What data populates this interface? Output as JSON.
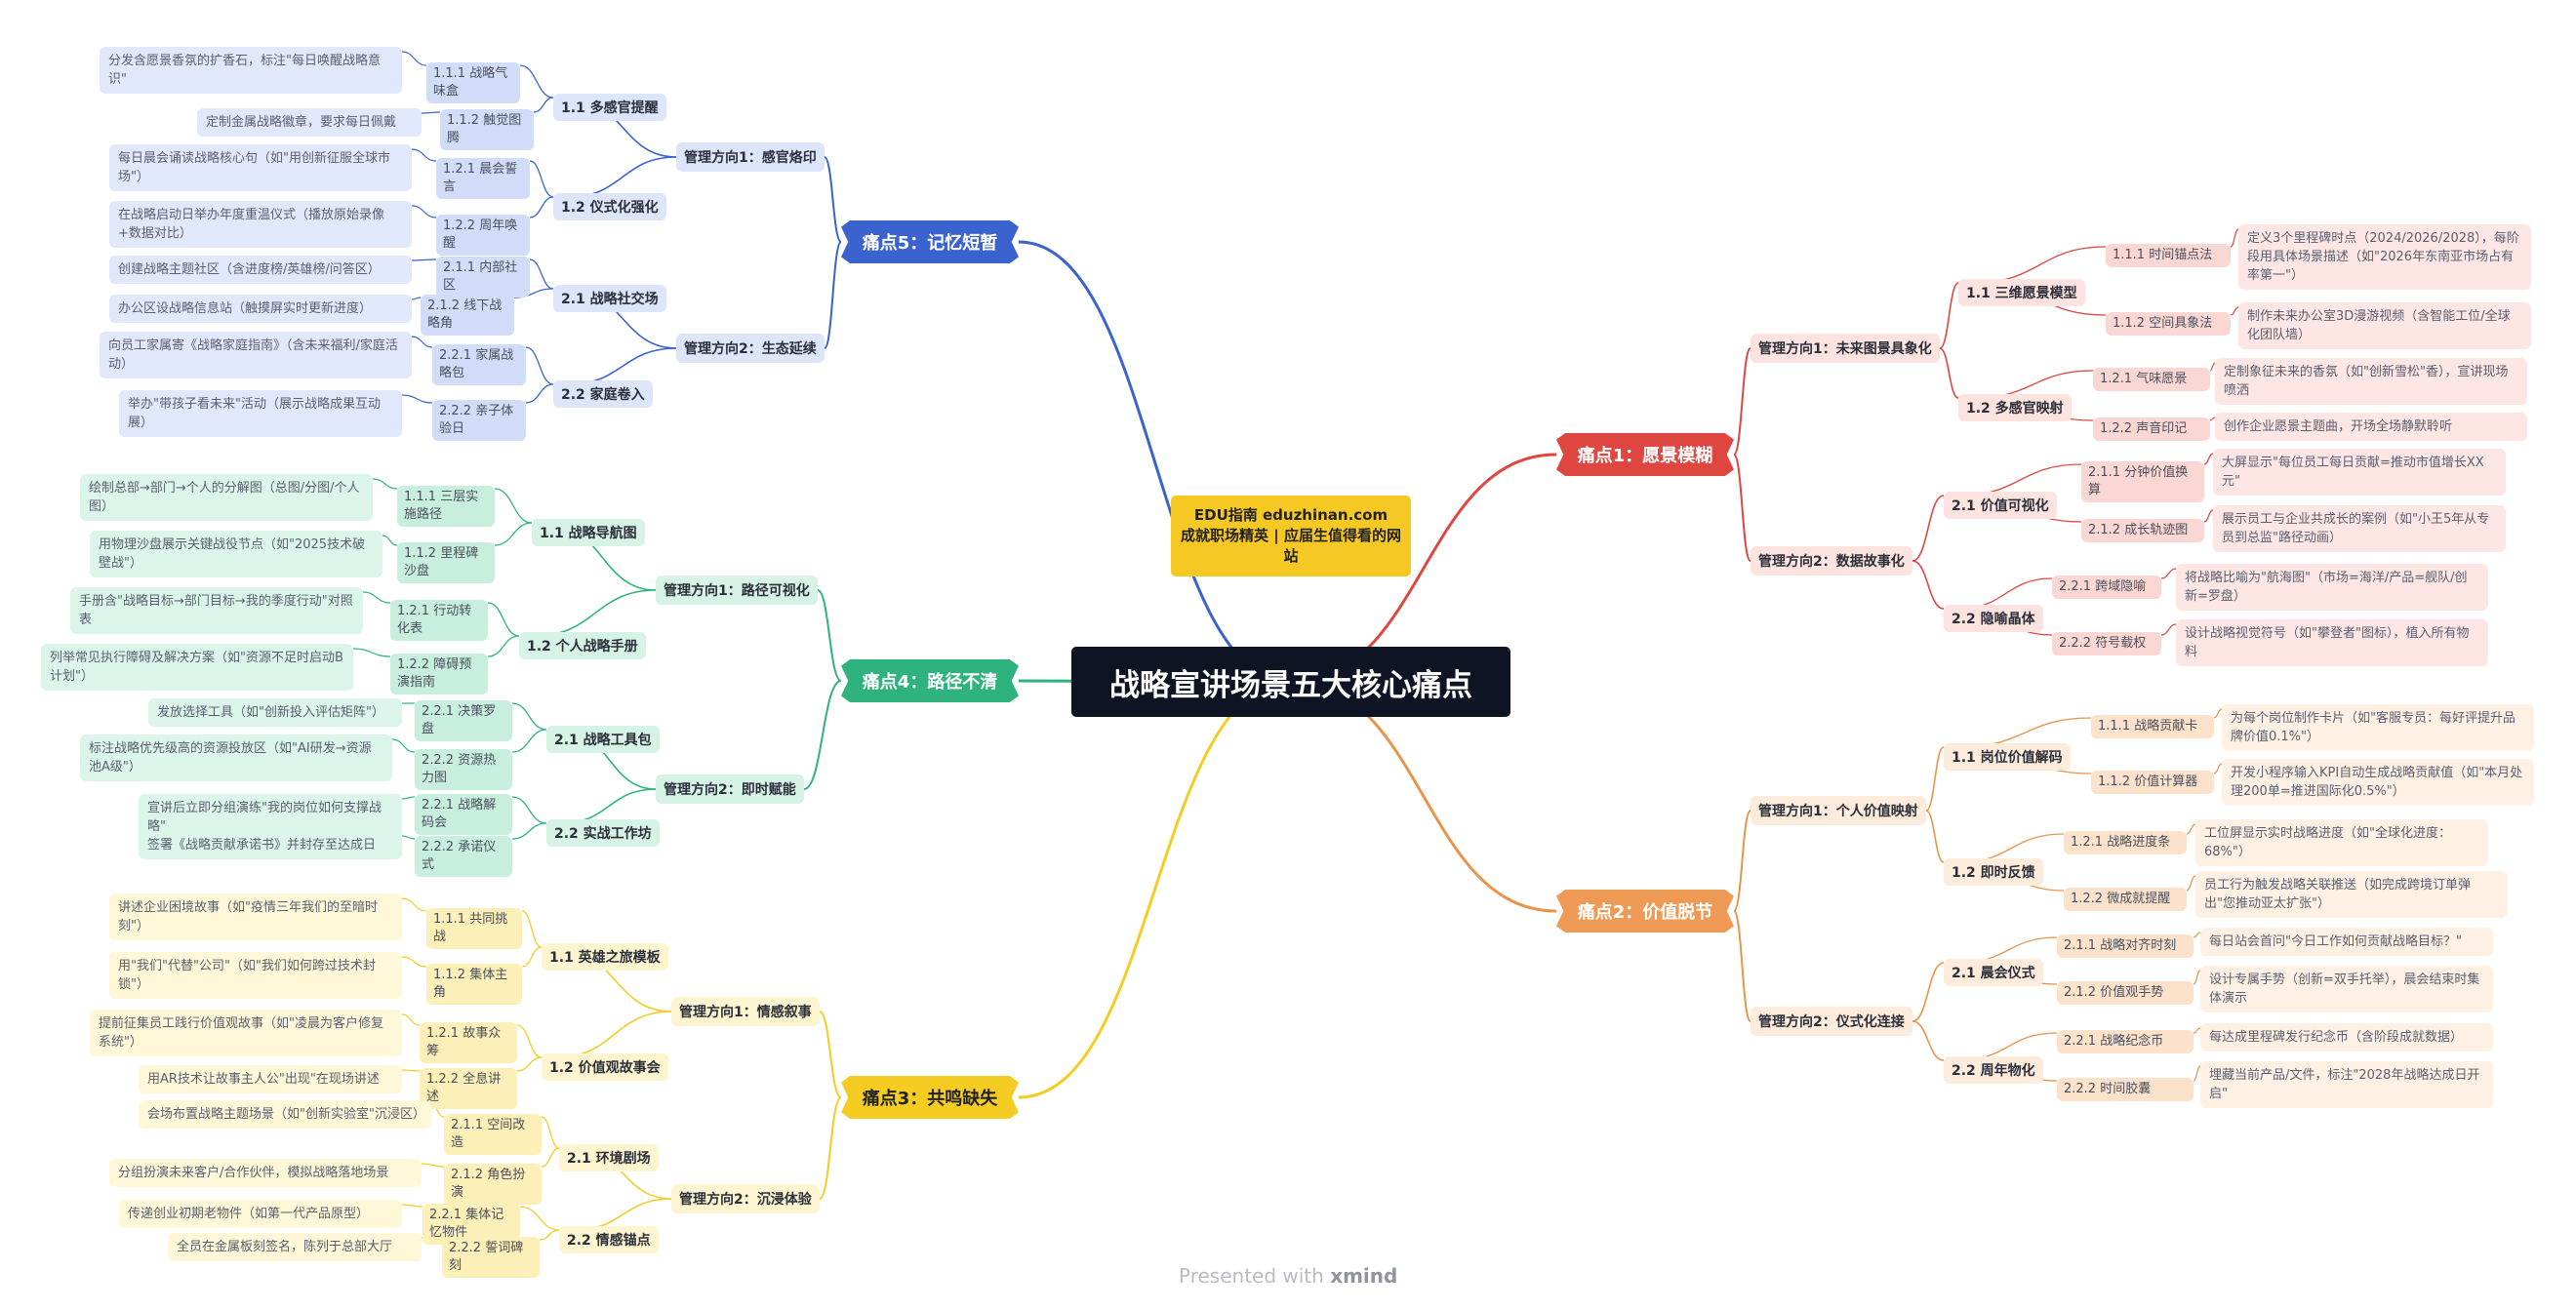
{
  "root": "战略宣讲场景五大核心痛点",
  "edu": {
    "line1": "EDU指南  eduzhinan.com",
    "line2": "成就职场精英 | 应届生值得看的网站"
  },
  "footer": {
    "prefix": "Presented with",
    "brand": "xmind"
  },
  "colors": {
    "red": "#e04640",
    "orange": "#e8944a",
    "yellow": "#f4cc22",
    "green": "#2fb37e",
    "blue": "#3a63d0"
  },
  "p1": {
    "title": "痛点1：愿景模糊",
    "m1": {
      "label": "管理方向1：未来图景具象化",
      "s1": {
        "label": "1.1 三维愿景模型",
        "a": {
          "label": "1.1.1 时间锚点法",
          "leaf": "定义3个里程碑时点（2024/2026/2028），每阶段用具体场景描述（如\"2026年东南亚市场占有率第一\"）"
        },
        "b": {
          "label": "1.1.2 空间具象法",
          "leaf": "制作未来办公室3D漫游视频（含智能工位/全球化团队墙）"
        }
      },
      "s2": {
        "label": "1.2 多感官映射",
        "a": {
          "label": "1.2.1 气味愿景",
          "leaf": "定制象征未来的香氛（如\"创新雪松\"香），宣讲现场喷洒"
        },
        "b": {
          "label": "1.2.2 声音印记",
          "leaf": "创作企业愿景主题曲，开场全场静默聆听"
        }
      }
    },
    "m2": {
      "label": "管理方向2：数据故事化",
      "s1": {
        "label": "2.1 价值可视化",
        "a": {
          "label": "2.1.1 分钟价值换算",
          "leaf": "大屏显示\"每位员工每日贡献=推动市值增长XX元\""
        },
        "b": {
          "label": "2.1.2 成长轨迹图",
          "leaf": "展示员工与企业共成长的案例（如\"小王5年从专员到总监\"路径动画）"
        }
      },
      "s2": {
        "label": "2.2 隐喻晶体",
        "a": {
          "label": "2.2.1 跨域隐喻",
          "leaf": "将战略比喻为\"航海图\"（市场=海洋/产品=舰队/创新=罗盘）"
        },
        "b": {
          "label": "2.2.2 符号载权",
          "leaf": "设计战略视觉符号（如\"攀登者\"图标），植入所有物料"
        }
      }
    }
  },
  "p2": {
    "title": "痛点2：价值脱节",
    "m1": {
      "label": "管理方向1：个人价值映射",
      "s1": {
        "label": "1.1 岗位价值解码",
        "a": {
          "label": "1.1.1 战略贡献卡",
          "leaf": "为每个岗位制作卡片（如\"客服专员：每好评提升品牌价值0.1%\"）"
        },
        "b": {
          "label": "1.1.2 价值计算器",
          "leaf": "开发小程序输入KPI自动生成战略贡献值（如\"本月处理200单=推进国际化0.5%\"）"
        }
      },
      "s2": {
        "label": "1.2 即时反馈",
        "a": {
          "label": "1.2.1 战略进度条",
          "leaf": "工位屏显示实时战略进度（如\"全球化进度：68%\"）"
        },
        "b": {
          "label": "1.2.2 微成就提醒",
          "leaf": "员工行为触发战略关联推送（如完成跨境订单弹出\"您推动亚太扩张\"）"
        }
      }
    },
    "m2": {
      "label": "管理方向2：仪式化连接",
      "s1": {
        "label": "2.1 晨会仪式",
        "a": {
          "label": "2.1.1 战略对齐时刻",
          "leaf": "每日站会首问\"今日工作如何贡献战略目标？\""
        },
        "b": {
          "label": "2.1.2 价值观手势",
          "leaf": "设计专属手势（创新=双手托举），晨会结束时集体演示"
        }
      },
      "s2": {
        "label": "2.2 周年物化",
        "a": {
          "label": "2.2.1 战略纪念币",
          "leaf": "每达成里程碑发行纪念币（含阶段成就数据）"
        },
        "b": {
          "label": "2.2.2 时间胶囊",
          "leaf": "埋藏当前产品/文件，标注\"2028年战略达成日开启\""
        }
      }
    }
  },
  "p3": {
    "title": "痛点3：共鸣缺失",
    "m1": {
      "label": "管理方向1：情感叙事",
      "s1": {
        "label": "1.1 英雄之旅模板",
        "a": {
          "label": "1.1.1 共同挑战",
          "leaf": "讲述企业困境故事（如\"疫情三年我们的至暗时刻\"）"
        },
        "b": {
          "label": "1.1.2 集体主角",
          "leaf": "用\"我们\"代替\"公司\"（如\"我们如何跨过技术封锁\"）"
        }
      },
      "s2": {
        "label": "1.2 价值观故事会",
        "a": {
          "label": "1.2.1 故事众筹",
          "leaf": "提前征集员工践行价值观故事（如\"凌晨为客户修复系统\"）"
        },
        "b": {
          "label": "1.2.2 全息讲述",
          "leaf": "用AR技术让故事主人公\"出现\"在现场讲述"
        }
      }
    },
    "m2": {
      "label": "管理方向2：沉浸体验",
      "s1": {
        "label": "2.1 环境剧场",
        "a": {
          "label": "2.1.1 空间改造",
          "leaf": "会场布置战略主题场景（如\"创新实验室\"沉浸区）"
        },
        "b": {
          "label": "2.1.2 角色扮演",
          "leaf": "分组扮演未来客户/合作伙伴，模拟战略落地场景"
        }
      },
      "s2": {
        "label": "2.2 情感锚点",
        "a": {
          "label": "2.2.1 集体记忆物件",
          "leaf": "传递创业初期老物件（如第一代产品原型）"
        },
        "b": {
          "label": "2.2.2 誓词碑刻",
          "leaf": "全员在金属板刻签名，陈列于总部大厅"
        }
      }
    }
  },
  "p4": {
    "title": "痛点4：路径不清",
    "m1": {
      "label": "管理方向1：路径可视化",
      "s1": {
        "label": "1.1 战略导航图",
        "a": {
          "label": "1.1.1 三层实施路径",
          "leaf": "绘制总部→部门→个人的分解图（总图/分图/个人图）"
        },
        "b": {
          "label": "1.1.2 里程碑沙盘",
          "leaf": "用物理沙盘展示关键战役节点（如\"2025技术破壁战\"）"
        }
      },
      "s2": {
        "label": "1.2 个人战略手册",
        "a": {
          "label": "1.2.1 行动转化表",
          "leaf": "手册含\"战略目标→部门目标→我的季度行动\"对照表"
        },
        "b": {
          "label": "1.2.2 障碍预演指南",
          "leaf": "列举常见执行障碍及解决方案（如\"资源不足时启动B计划\"）"
        }
      }
    },
    "m2": {
      "label": "管理方向2：即时赋能",
      "s1": {
        "label": "2.1 战略工具包",
        "a": {
          "label": "2.2.1 决策罗盘",
          "leaf": "发放选择工具（如\"创新投入评估矩阵\"）"
        },
        "b": {
          "label": "2.2.2 资源热力图",
          "leaf": "标注战略优先级高的资源投放区（如\"AI研发→资源池A级\"）"
        }
      },
      "s2": {
        "label": "2.2 实战工作坊",
        "a": {
          "label": "2.2.1 战略解码会",
          "leaf": "宣讲后立即分组演练\"我的岗位如何支撑战略\""
        },
        "b": {
          "label": "2.2.2 承诺仪式",
          "leaf": "签署《战略贡献承诺书》并封存至达成日"
        }
      }
    }
  },
  "p5": {
    "title": "痛点5：记忆短暂",
    "m1": {
      "label": "管理方向1：感官烙印",
      "s1": {
        "label": "1.1 多感官提醒",
        "a": {
          "label": "1.1.1 战略气味盒",
          "leaf": "分发含愿景香氛的扩香石，标注\"每日唤醒战略意识\""
        },
        "b": {
          "label": "1.1.2 触觉图腾",
          "leaf": "定制金属战略徽章，要求每日佩戴"
        }
      },
      "s2": {
        "label": "1.2 仪式化强化",
        "a": {
          "label": "1.2.1 晨会誓言",
          "leaf": "每日晨会诵读战略核心句（如\"用创新征服全球市场\"）"
        },
        "b": {
          "label": "1.2.2 周年唤醒",
          "leaf": "在战略启动日举办年度重温仪式（播放原始录像+数据对比）"
        }
      }
    },
    "m2": {
      "label": "管理方向2：生态延续",
      "s1": {
        "label": "2.1 战略社交场",
        "a": {
          "label": "2.1.1 内部社区",
          "leaf": "创建战略主题社区（含进度榜/英雄榜/问答区）"
        },
        "b": {
          "label": "2.1.2 线下战略角",
          "leaf": "办公区设战略信息站（触摸屏实时更新进度）"
        }
      },
      "s2": {
        "label": "2.2 家庭卷入",
        "a": {
          "label": "2.2.1 家属战略包",
          "leaf": "向员工家属寄《战略家庭指南》（含未来福利/家庭活动）"
        },
        "b": {
          "label": "2.2.2 亲子体验日",
          "leaf": "举办\"带孩子看未来\"活动（展示战略成果互动展）"
        }
      }
    }
  }
}
